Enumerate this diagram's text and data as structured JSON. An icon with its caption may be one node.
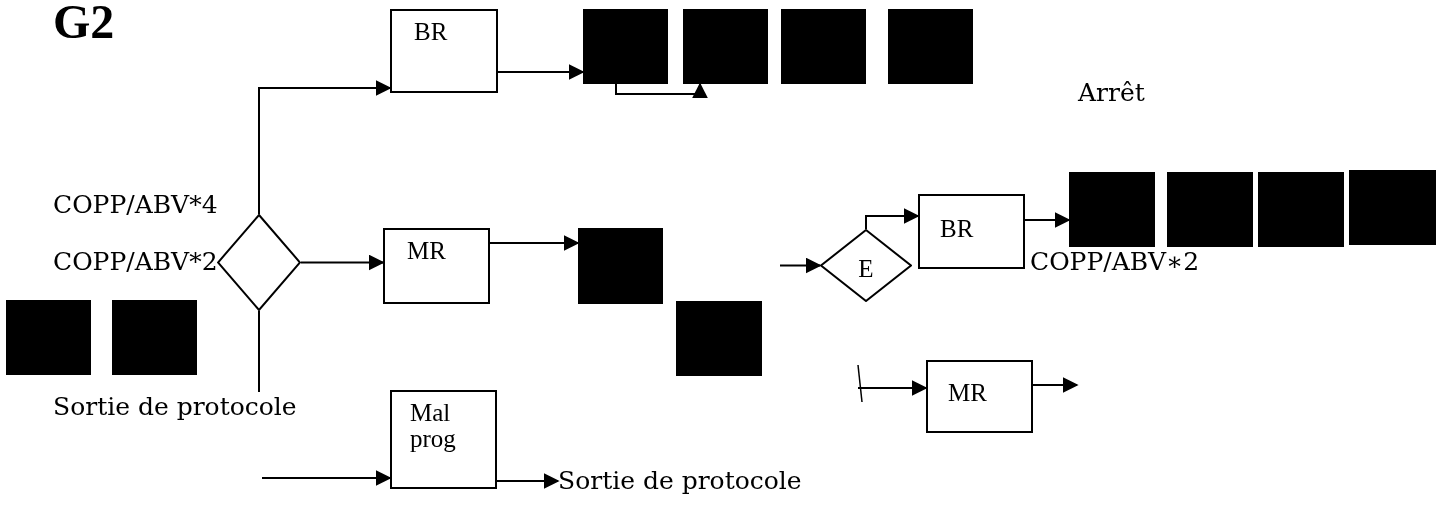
{
  "diagram": {
    "title": "G2",
    "nodes": [
      {
        "text": [
          "BR"
        ]
      },
      {
        "text": [],
        "shape": "box"
      },
      {
        "text": [],
        "shape": "box"
      },
      {
        "text": [],
        "shape": "box"
      },
      {
        "text": [],
        "shape": "box"
      },
      {
        "text": [],
        "shape": "diamond"
      },
      {
        "text": [
          "MR"
        ]
      },
      {
        "text": [],
        "shape": "box"
      },
      {
        "text": [],
        "shape": "box"
      },
      {
        "text": [],
        "shape": "box"
      },
      {
        "text": [],
        "shape": "box"
      },
      {
        "text": [
          "E"
        ]
      },
      {
        "text": [
          "BR"
        ]
      },
      {
        "text": [],
        "shape": "box"
      },
      {
        "text": [],
        "shape": "box"
      },
      {
        "text": [],
        "shape": "box"
      },
      {
        "text": [],
        "shape": "box"
      },
      {
        "text": [
          "MR"
        ]
      },
      {
        "text": [
          "Mal prog"
        ]
      },
      {
        "text": [
          "Sortie de protocole"
        ]
      },
      {
        "text": [
          "Sortie de protocole"
        ]
      }
    ],
    "edges": [
      {
        "from": 5,
        "to": 0,
        "arrow": "to"
      },
      {
        "from": 0,
        "to": 1,
        "arrow": "to"
      },
      {
        "from": 1,
        "to": 2,
        "arrow": "to"
      },
      {
        "from": 5,
        "to": 6,
        "arrow": "to"
      },
      {
        "from": 6,
        "to": 7,
        "arrow": "to"
      },
      {
        "from": 5,
        "to": 19,
        "arrow": "none"
      },
      {
        "from": null,
        "to": 18,
        "arrow": "to"
      },
      {
        "from": 18,
        "to": 20,
        "arrow": "to"
      },
      {
        "from": null,
        "to": 11,
        "arrow": "to"
      },
      {
        "from": 11,
        "to": 12,
        "arrow": "to"
      },
      {
        "from": 12,
        "to": 13,
        "arrow": "to"
      },
      {
        "from": null,
        "to": 17,
        "arrow": "to"
      },
      {
        "from": 17,
        "to": null,
        "arrow": "to"
      }
    ],
    "labels": [
      "COPP/ABV*4",
      "COPP/ABV*2",
      "Arrêt",
      "COPP/ABV∗2"
    ]
  }
}
